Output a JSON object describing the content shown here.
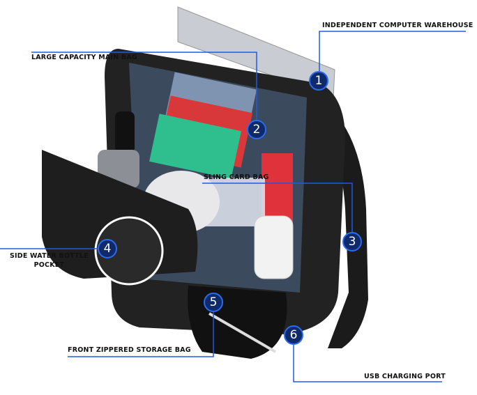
{
  "callouts": [
    {
      "number": "1",
      "label": "INDEPENDENT COMPUTER WAREHOUSE"
    },
    {
      "number": "2",
      "label": "LARGE CAPACITY MAIN BAG"
    },
    {
      "number": "3",
      "label": "SLING CARD BAG"
    },
    {
      "number": "4",
      "label_line1": "SIDE WATER BOTTLE",
      "label_line2": "POCKET"
    },
    {
      "number": "5",
      "label": "FRONT ZIPPERED STORAGE BAG"
    },
    {
      "number": "6",
      "label": "USB CHARGING PORT"
    }
  ],
  "colors": {
    "accent": "#2a6bf0",
    "circle": "#0f2a6a"
  }
}
